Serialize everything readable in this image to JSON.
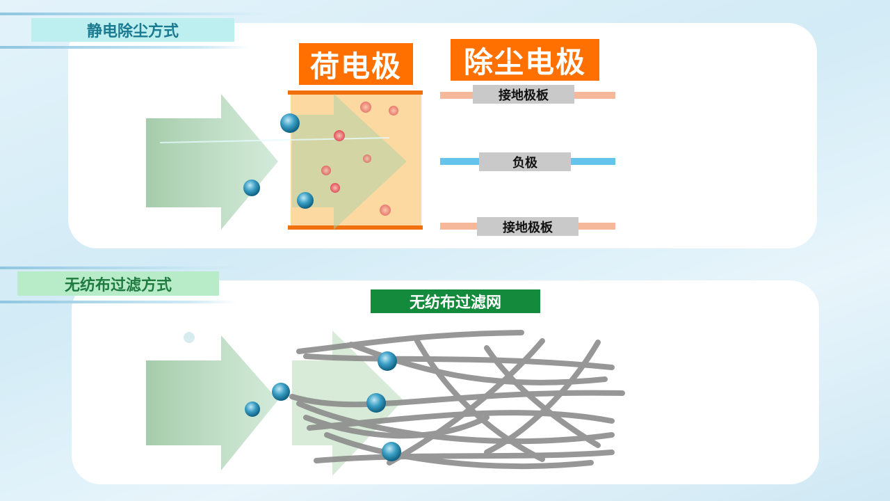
{
  "section1": {
    "title": "静电除尘方式",
    "charging_label": "荷电极",
    "collecting_label": "除尘电极",
    "electrodes": [
      "接地极板",
      "负极",
      "接地极板"
    ]
  },
  "section2": {
    "title": "无纺布过滤方式",
    "filter_label": "无纺布过滤网"
  },
  "colors": {
    "orange": "#ff7000",
    "filter_green": "#148a3c",
    "negative": "#66c4ea",
    "ground": "#f5b89a"
  }
}
